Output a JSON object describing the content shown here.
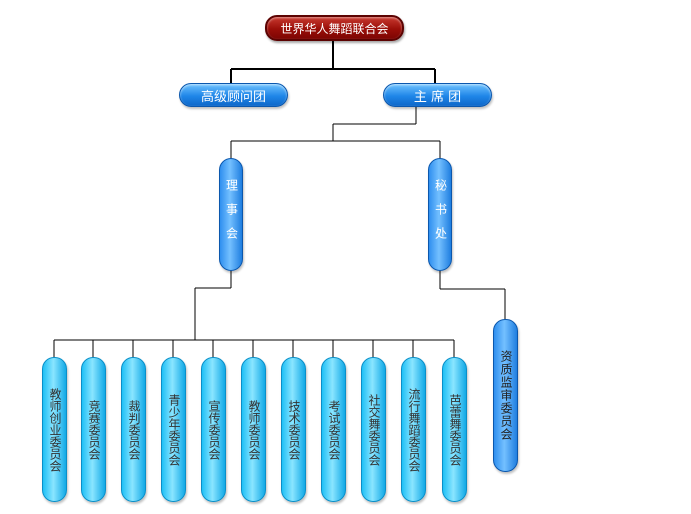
{
  "root": {
    "label": "世界华人舞蹈联合会"
  },
  "advisory": {
    "label": "高级顾问团"
  },
  "presidium": {
    "label": "主 席 团"
  },
  "council": {
    "label": "理事会"
  },
  "secretariat": {
    "label": "秘书处"
  },
  "qualification": {
    "label": "资质监审委员会"
  },
  "committees": [
    {
      "label": "教师创业委员会"
    },
    {
      "label": "竞赛委员会"
    },
    {
      "label": "裁判委员会"
    },
    {
      "label": "青少年委员会"
    },
    {
      "label": "宣传委员会"
    },
    {
      "label": "教师委员会"
    },
    {
      "label": "技术委员会"
    },
    {
      "label": "考试委员会"
    },
    {
      "label": "社交舞委员会"
    },
    {
      "label": "流行舞蹈委员会"
    },
    {
      "label": "芭蕾舞委员会"
    }
  ]
}
